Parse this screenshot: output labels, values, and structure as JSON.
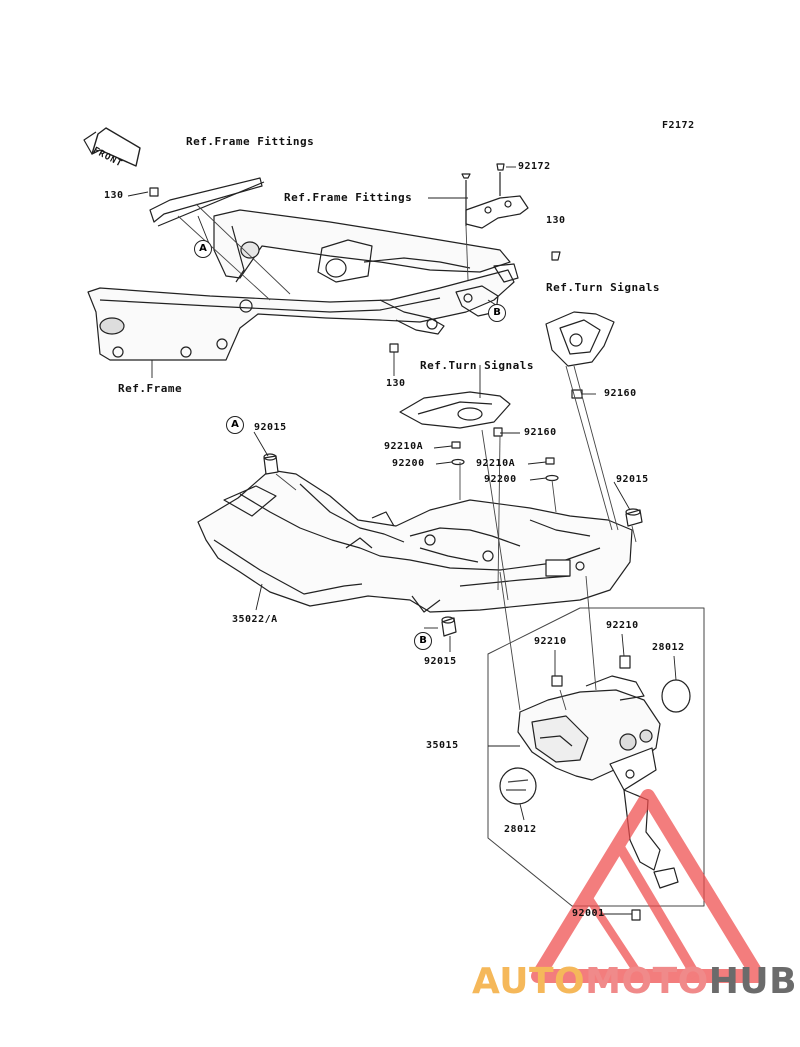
{
  "figure_code": "F2172",
  "front_label": "FRONT",
  "refs": {
    "frame_fittings_1": "Ref.Frame Fittings",
    "frame_fittings_2": "Ref.Frame Fittings",
    "turn_signals_1": "Ref.Turn Signals",
    "turn_signals_2": "Ref.Turn Signals",
    "frame": "Ref.Frame"
  },
  "parts": {
    "p130_a": "130",
    "p130_b": "130",
    "p130_c": "130",
    "p92172": "92172",
    "p92160_a": "92160",
    "p92160_b": "92160",
    "p92015_a": "92015",
    "p92015_b": "92015",
    "p92015_c": "92015",
    "p92210a_a": "92210A",
    "p92210a_b": "92210A",
    "p92200_a": "92200",
    "p92200_b": "92200",
    "p35022a": "35022/A",
    "p92210_a": "92210",
    "p92210_b": "92210",
    "p28012_a": "28012",
    "p28012_b": "28012",
    "p35015": "35015",
    "p92001": "92001"
  },
  "markers": {
    "a1": "A",
    "a2": "A",
    "b1": "B",
    "b2": "B"
  },
  "watermark": {
    "part1": "AUTO",
    "part2": "MOTO",
    "part3": "HUB",
    "color_auto": "#f5b85a",
    "color_moto": "#f08a8a",
    "color_hub": "#6b6b6b",
    "triangle_color": "#ef4c4c"
  }
}
